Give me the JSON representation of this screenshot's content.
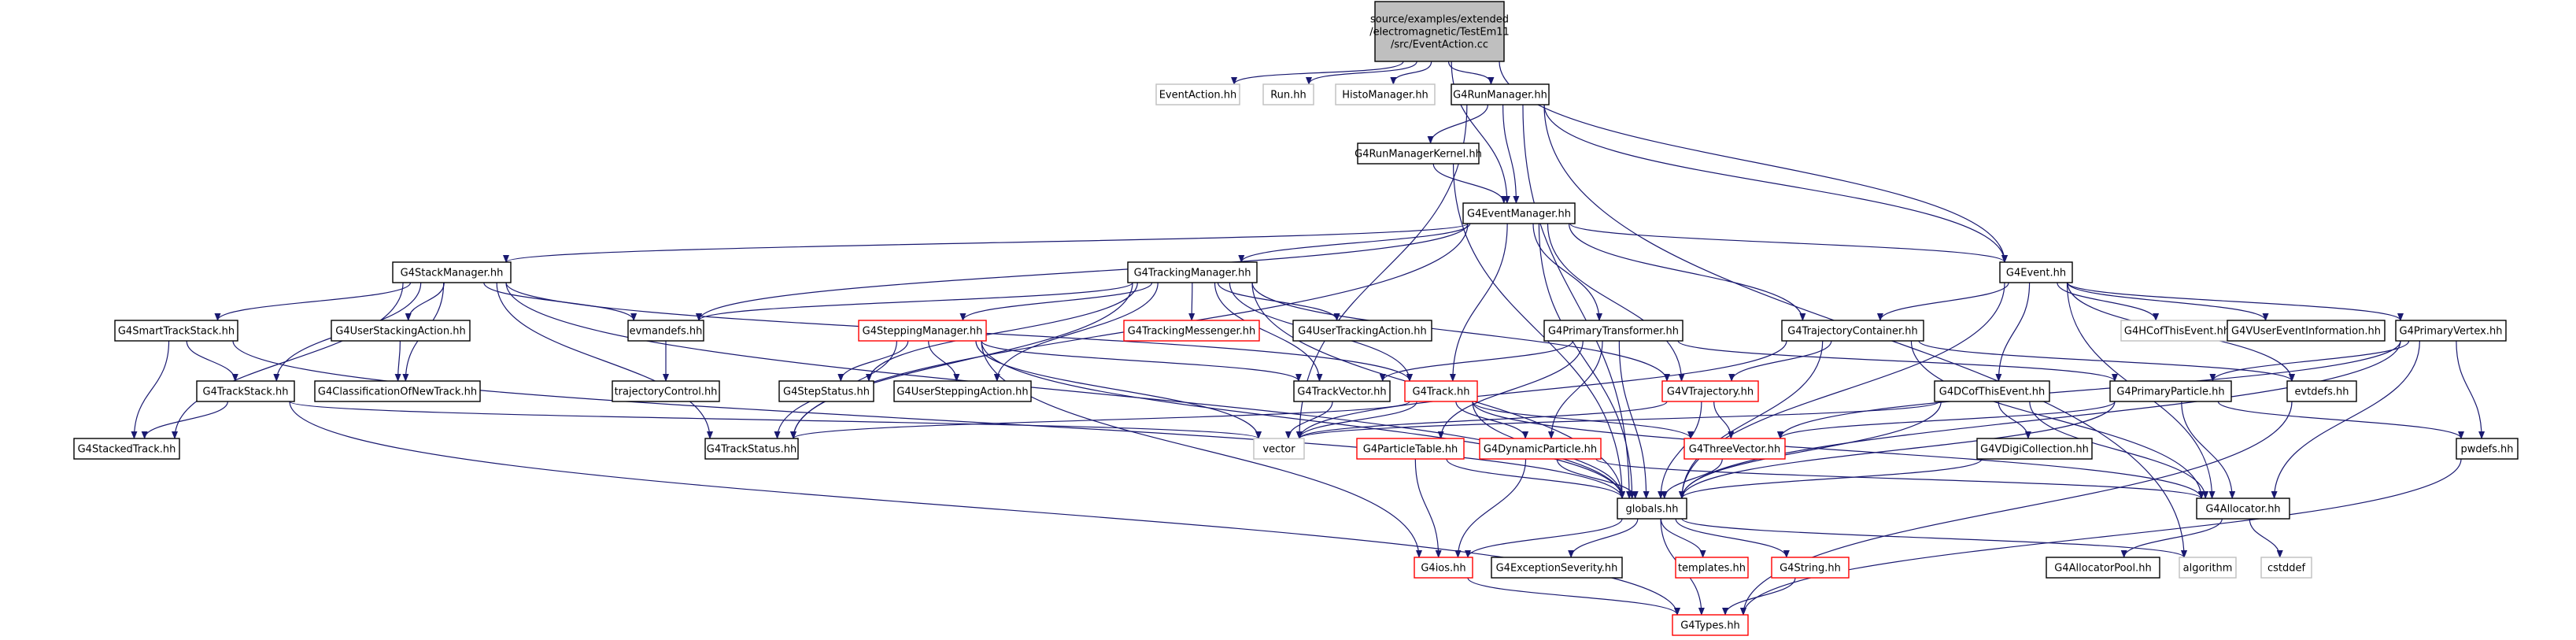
{
  "colors": {
    "edge": "#191970",
    "border_black": "#000000",
    "border_red": "#ff0000",
    "border_grey": "#bfbfbf",
    "fill_hub": "#bfbfbf",
    "fill_normal": "#ffffff",
    "text": "#000000"
  },
  "nodes": [
    {
      "id": "root",
      "lines": [
        "source/examples/extended",
        "/electromagnetic/TestEm11",
        "/src/EventAction.cc"
      ],
      "style": "hub"
    },
    {
      "id": "eventaction",
      "lines": [
        "EventAction.hh"
      ],
      "style": "grey"
    },
    {
      "id": "run",
      "lines": [
        "Run.hh"
      ],
      "style": "grey"
    },
    {
      "id": "histomanager",
      "lines": [
        "HistoManager.hh"
      ],
      "style": "grey"
    },
    {
      "id": "runmanager",
      "lines": [
        "G4RunManager.hh"
      ],
      "style": "black"
    },
    {
      "id": "runmanagerkernel",
      "lines": [
        "G4RunManagerKernel.hh"
      ],
      "style": "black"
    },
    {
      "id": "eventmanager",
      "lines": [
        "G4EventManager.hh"
      ],
      "style": "black"
    },
    {
      "id": "event",
      "lines": [
        "G4Event.hh"
      ],
      "style": "black"
    },
    {
      "id": "stackmanager",
      "lines": [
        "G4StackManager.hh"
      ],
      "style": "black"
    },
    {
      "id": "trackingmanager",
      "lines": [
        "G4TrackingManager.hh"
      ],
      "style": "black"
    },
    {
      "id": "smarttrackstack",
      "lines": [
        "G4SmartTrackStack.hh"
      ],
      "style": "black"
    },
    {
      "id": "userstackingaction",
      "lines": [
        "G4UserStackingAction.hh"
      ],
      "style": "black"
    },
    {
      "id": "evmandefs",
      "lines": [
        "evmandefs.hh"
      ],
      "style": "black"
    },
    {
      "id": "steppingmanager",
      "lines": [
        "G4SteppingManager.hh"
      ],
      "style": "red"
    },
    {
      "id": "trackingmessenger",
      "lines": [
        "G4TrackingMessenger.hh"
      ],
      "style": "red"
    },
    {
      "id": "usertrackingaction",
      "lines": [
        "G4UserTrackingAction.hh"
      ],
      "style": "black"
    },
    {
      "id": "primarytransformer",
      "lines": [
        "G4PrimaryTransformer.hh"
      ],
      "style": "black"
    },
    {
      "id": "trajectorycontainer",
      "lines": [
        "G4TrajectoryContainer.hh"
      ],
      "style": "black"
    },
    {
      "id": "hcofthisevent",
      "lines": [
        "G4HCofThisEvent.hh"
      ],
      "style": "grey"
    },
    {
      "id": "vusereventinformation",
      "lines": [
        "G4VUserEventInformation.hh"
      ],
      "style": "black"
    },
    {
      "id": "primaryvertex",
      "lines": [
        "G4PrimaryVertex.hh"
      ],
      "style": "black"
    },
    {
      "id": "trackstack",
      "lines": [
        "G4TrackStack.hh"
      ],
      "style": "black"
    },
    {
      "id": "classificationofnewtrack",
      "lines": [
        "G4ClassificationOfNewTrack.hh"
      ],
      "style": "black"
    },
    {
      "id": "trajectorycontrol",
      "lines": [
        "trajectoryControl.hh"
      ],
      "style": "black"
    },
    {
      "id": "stepstatus",
      "lines": [
        "G4StepStatus.hh"
      ],
      "style": "black"
    },
    {
      "id": "usersteppingaction",
      "lines": [
        "G4UserSteppingAction.hh"
      ],
      "style": "black"
    },
    {
      "id": "trackvector",
      "lines": [
        "G4TrackVector.hh"
      ],
      "style": "black"
    },
    {
      "id": "track",
      "lines": [
        "G4Track.hh"
      ],
      "style": "red"
    },
    {
      "id": "vtrajectory",
      "lines": [
        "G4VTrajectory.hh"
      ],
      "style": "red"
    },
    {
      "id": "dcofthisevent",
      "lines": [
        "G4DCofThisEvent.hh"
      ],
      "style": "black"
    },
    {
      "id": "primaryparticle",
      "lines": [
        "G4PrimaryParticle.hh"
      ],
      "style": "black"
    },
    {
      "id": "evtdefs",
      "lines": [
        "evtdefs.hh"
      ],
      "style": "black"
    },
    {
      "id": "stackedtrack",
      "lines": [
        "G4StackedTrack.hh"
      ],
      "style": "black"
    },
    {
      "id": "trackstatus",
      "lines": [
        "G4TrackStatus.hh"
      ],
      "style": "black"
    },
    {
      "id": "vector",
      "lines": [
        "vector"
      ],
      "style": "grey"
    },
    {
      "id": "particletable",
      "lines": [
        "G4ParticleTable.hh"
      ],
      "style": "red"
    },
    {
      "id": "dynamicparticle",
      "lines": [
        "G4DynamicParticle.hh"
      ],
      "style": "red"
    },
    {
      "id": "threevector",
      "lines": [
        "G4ThreeVector.hh"
      ],
      "style": "red"
    },
    {
      "id": "vdigicollection",
      "lines": [
        "G4VDigiCollection.hh"
      ],
      "style": "black"
    },
    {
      "id": "pwdefs",
      "lines": [
        "pwdefs.hh"
      ],
      "style": "black"
    },
    {
      "id": "globals",
      "lines": [
        "globals.hh"
      ],
      "style": "black"
    },
    {
      "id": "allocator",
      "lines": [
        "G4Allocator.hh"
      ],
      "style": "black"
    },
    {
      "id": "ios",
      "lines": [
        "G4ios.hh"
      ],
      "style": "red"
    },
    {
      "id": "exceptionseverity",
      "lines": [
        "G4ExceptionSeverity.hh"
      ],
      "style": "black"
    },
    {
      "id": "templates",
      "lines": [
        "templates.hh"
      ],
      "style": "red"
    },
    {
      "id": "string",
      "lines": [
        "G4String.hh"
      ],
      "style": "red"
    },
    {
      "id": "allocatorpool",
      "lines": [
        "G4AllocatorPool.hh"
      ],
      "style": "black"
    },
    {
      "id": "algorithm",
      "lines": [
        "algorithm"
      ],
      "style": "grey"
    },
    {
      "id": "cstddef",
      "lines": [
        "cstddef"
      ],
      "style": "grey"
    },
    {
      "id": "types",
      "lines": [
        "G4Types.hh"
      ],
      "style": "red"
    }
  ],
  "edges": [
    [
      "root",
      "eventaction"
    ],
    [
      "root",
      "run"
    ],
    [
      "root",
      "histomanager"
    ],
    [
      "root",
      "runmanager"
    ],
    [
      "root",
      "eventmanager"
    ],
    [
      "root",
      "event"
    ],
    [
      "runmanager",
      "runmanagerkernel"
    ],
    [
      "runmanager",
      "eventmanager"
    ],
    [
      "runmanager",
      "event"
    ],
    [
      "runmanager",
      "globals"
    ],
    [
      "runmanager",
      "vector"
    ],
    [
      "runmanager",
      "algorithm"
    ],
    [
      "runmanagerkernel",
      "eventmanager"
    ],
    [
      "runmanagerkernel",
      "globals"
    ],
    [
      "eventmanager",
      "stackmanager"
    ],
    [
      "eventmanager",
      "trackingmanager"
    ],
    [
      "eventmanager",
      "evmandefs"
    ],
    [
      "eventmanager",
      "primarytransformer"
    ],
    [
      "eventmanager",
      "trajectorycontainer"
    ],
    [
      "eventmanager",
      "event"
    ],
    [
      "eventmanager",
      "track"
    ],
    [
      "eventmanager",
      "vtrajectory"
    ],
    [
      "eventmanager",
      "trackstatus"
    ],
    [
      "eventmanager",
      "globals"
    ],
    [
      "event",
      "trajectorycontainer"
    ],
    [
      "event",
      "hcofthisevent"
    ],
    [
      "event",
      "vusereventinformation"
    ],
    [
      "event",
      "primaryvertex"
    ],
    [
      "event",
      "dcofthisevent"
    ],
    [
      "event",
      "evtdefs"
    ],
    [
      "event",
      "globals"
    ],
    [
      "event",
      "allocator"
    ],
    [
      "stackmanager",
      "smarttrackstack"
    ],
    [
      "stackmanager",
      "userstackingaction"
    ],
    [
      "stackmanager",
      "evmandefs"
    ],
    [
      "stackmanager",
      "trackstack"
    ],
    [
      "stackmanager",
      "classificationofnewtrack"
    ],
    [
      "stackmanager",
      "stackedtrack"
    ],
    [
      "stackmanager",
      "trackstatus"
    ],
    [
      "stackmanager",
      "track"
    ],
    [
      "stackmanager",
      "globals"
    ],
    [
      "trackingmanager",
      "steppingmanager"
    ],
    [
      "trackingmanager",
      "trackingmessenger"
    ],
    [
      "trackingmanager",
      "usertrackingaction"
    ],
    [
      "trackingmanager",
      "evmandefs"
    ],
    [
      "trackingmanager",
      "stepstatus"
    ],
    [
      "trackingmanager",
      "usersteppingaction"
    ],
    [
      "trackingmanager",
      "trackvector"
    ],
    [
      "trackingmanager",
      "track"
    ],
    [
      "trackingmanager",
      "vtrajectory"
    ],
    [
      "trackingmanager",
      "trackstatus"
    ],
    [
      "trackingmanager",
      "globals"
    ],
    [
      "smarttrackstack",
      "trackstack"
    ],
    [
      "smarttrackstack",
      "stackedtrack"
    ],
    [
      "smarttrackstack",
      "globals"
    ],
    [
      "userstackingaction",
      "classificationofnewtrack"
    ],
    [
      "evmandefs",
      "trajectorycontrol"
    ],
    [
      "steppingmanager",
      "stepstatus"
    ],
    [
      "steppingmanager",
      "usersteppingaction"
    ],
    [
      "steppingmanager",
      "trackvector"
    ],
    [
      "steppingmanager",
      "trackstatus"
    ],
    [
      "steppingmanager",
      "vector"
    ],
    [
      "steppingmanager",
      "ios"
    ],
    [
      "steppingmanager",
      "globals"
    ],
    [
      "primarytransformer",
      "trackvector"
    ],
    [
      "primarytransformer",
      "particletable"
    ],
    [
      "primarytransformer",
      "dynamicparticle"
    ],
    [
      "primarytransformer",
      "primaryparticle"
    ],
    [
      "primarytransformer",
      "globals"
    ],
    [
      "trajectorycontainer",
      "vtrajectory"
    ],
    [
      "trajectorycontainer",
      "vector"
    ],
    [
      "trajectorycontainer",
      "globals"
    ],
    [
      "trajectorycontainer",
      "allocator"
    ],
    [
      "trajectorycontainer",
      "evtdefs"
    ],
    [
      "primaryvertex",
      "primaryparticle"
    ],
    [
      "primaryvertex",
      "threevector"
    ],
    [
      "primaryvertex",
      "pwdefs"
    ],
    [
      "primaryvertex",
      "allocator"
    ],
    [
      "primaryvertex",
      "globals"
    ],
    [
      "trackstack",
      "stackedtrack"
    ],
    [
      "trackstack",
      "vector"
    ],
    [
      "trackstack",
      "types"
    ],
    [
      "trackvector",
      "vector"
    ],
    [
      "track",
      "trackstatus"
    ],
    [
      "track",
      "dynamicparticle"
    ],
    [
      "track",
      "threevector"
    ],
    [
      "track",
      "allocator"
    ],
    [
      "track",
      "globals"
    ],
    [
      "track",
      "vector"
    ],
    [
      "vtrajectory",
      "threevector"
    ],
    [
      "vtrajectory",
      "globals"
    ],
    [
      "vtrajectory",
      "vector"
    ],
    [
      "dcofthisevent",
      "vdigicollection"
    ],
    [
      "dcofthisevent",
      "allocator"
    ],
    [
      "dcofthisevent",
      "globals"
    ],
    [
      "dcofthisevent",
      "vector"
    ],
    [
      "primaryparticle",
      "threevector"
    ],
    [
      "primaryparticle",
      "allocator"
    ],
    [
      "primaryparticle",
      "globals"
    ],
    [
      "primaryparticle",
      "pwdefs"
    ],
    [
      "evtdefs",
      "types"
    ],
    [
      "particletable",
      "globals"
    ],
    [
      "particletable",
      "ios"
    ],
    [
      "dynamicparticle",
      "globals"
    ],
    [
      "dynamicparticle",
      "ios"
    ],
    [
      "dynamicparticle",
      "allocator"
    ],
    [
      "threevector",
      "globals"
    ],
    [
      "vdigicollection",
      "globals"
    ],
    [
      "pwdefs",
      "types"
    ],
    [
      "globals",
      "ios"
    ],
    [
      "globals",
      "exceptionseverity"
    ],
    [
      "globals",
      "templates"
    ],
    [
      "globals",
      "string"
    ],
    [
      "globals",
      "types"
    ],
    [
      "globals",
      "algorithm"
    ],
    [
      "allocator",
      "allocatorpool"
    ],
    [
      "allocator",
      "cstddef"
    ],
    [
      "ios",
      "types"
    ],
    [
      "string",
      "types"
    ]
  ]
}
